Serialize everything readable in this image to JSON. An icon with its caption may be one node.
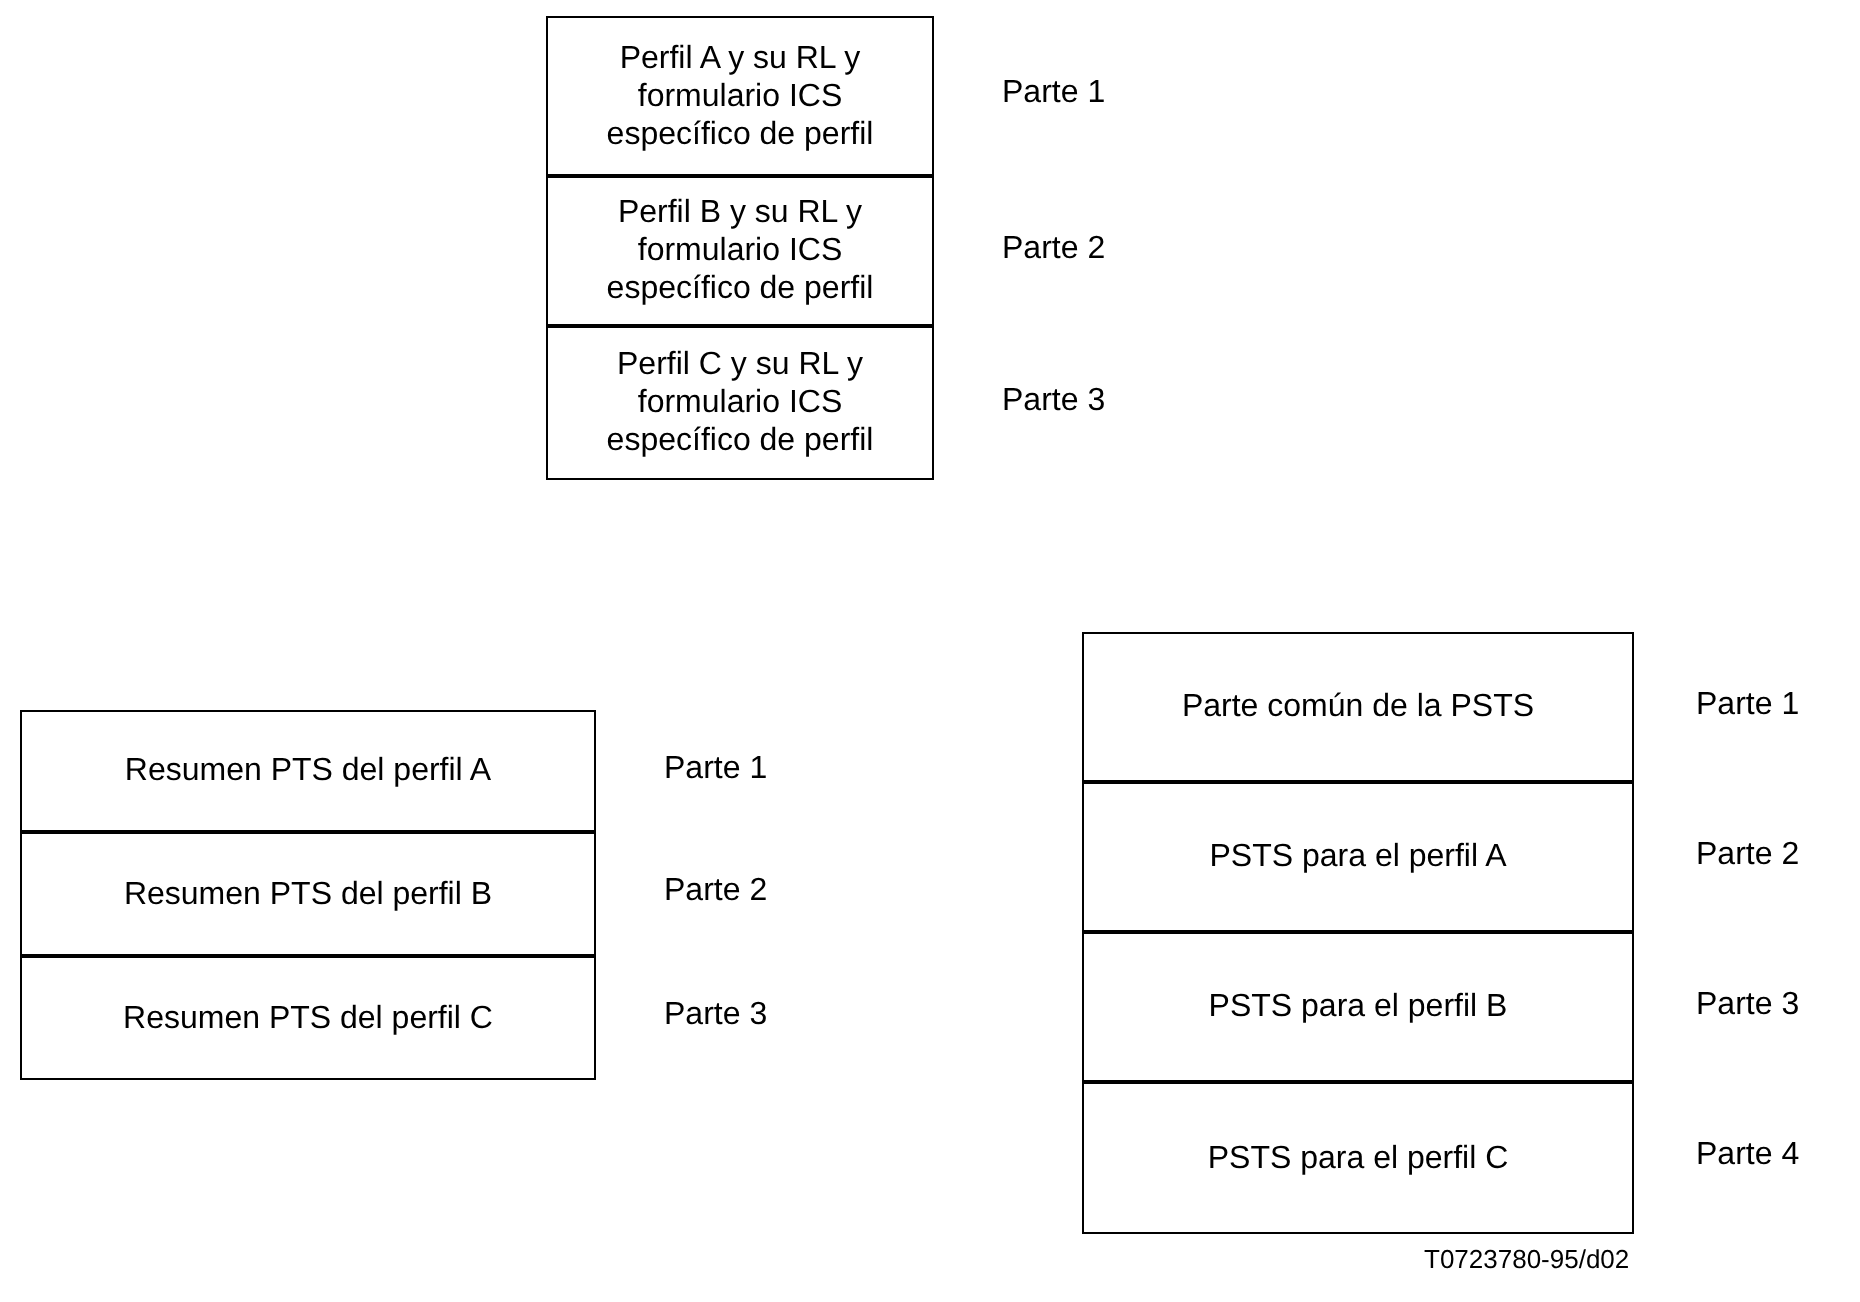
{
  "diagram": {
    "nodes": [
      {
        "text": [
          "Perfil A y su RL y formulario ICS específico de perfil"
        ],
        "beside": [
          "Parte 1"
        ]
      },
      {
        "text": [
          "Perfil B y su RL y formulario ICS específico de perfil"
        ],
        "beside": [
          "Parte 2"
        ]
      },
      {
        "text": [
          "Perfil C y su RL y formulario ICS específico de perfil"
        ],
        "beside": [
          "Parte 3"
        ]
      },
      {
        "text": [
          "Parte común de la PSTS"
        ],
        "beside": [
          "Parte 1"
        ]
      },
      {
        "text": [
          "Resumen PTS del perfil A"
        ],
        "beside": [
          "Parte 1"
        ]
      },
      {
        "text": [
          "PSTS para el perfil A"
        ],
        "beside": [
          "Parte 2"
        ]
      },
      {
        "text": [
          "Resumen PTS del perfil B"
        ],
        "beside": [
          "Parte 2"
        ]
      },
      {
        "text": [
          "PSTS para el perfil B"
        ],
        "beside": [
          "Parte 3"
        ]
      },
      {
        "text": [
          "Resumen PTS del perfil C"
        ],
        "beside": [
          "Parte 3"
        ]
      },
      {
        "text": [
          "PSTS para el perfil C"
        ],
        "beside": [
          "Parte 4"
        ]
      }
    ],
    "labels": [
      "T0723780-95/d02"
    ]
  }
}
